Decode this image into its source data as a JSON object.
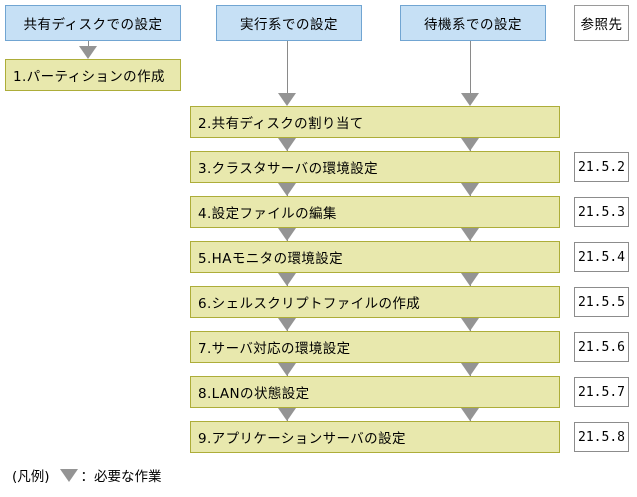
{
  "diagram": {
    "headers": [
      {
        "id": "shared-disk",
        "label": "共有ディスクでの設定"
      },
      {
        "id": "active-system",
        "label": "実行系での設定"
      },
      {
        "id": "standby-system",
        "label": "待機系での設定"
      },
      {
        "id": "reference",
        "label": "参照先"
      }
    ],
    "column1_steps": [
      {
        "number": "1.",
        "label": "1.パーティションの作成"
      }
    ],
    "main_steps": [
      {
        "number": "2.",
        "label": "2.共有ディスクの割り当て",
        "reference": ""
      },
      {
        "number": "3.",
        "label": "3.クラスタサーバの環境設定",
        "reference": "21.5.2"
      },
      {
        "number": "4.",
        "label": "4.設定ファイルの編集",
        "reference": "21.5.3"
      },
      {
        "number": "5.",
        "label": "5.HAモニタの環境設定",
        "reference": "21.5.4"
      },
      {
        "number": "6.",
        "label": "6.シェルスクリプトファイルの作成",
        "reference": "21.5.5"
      },
      {
        "number": "7.",
        "label": "7.サーバ対応の環境設定",
        "reference": "21.5.6"
      },
      {
        "number": "8.",
        "label": "8.LANの状態設定",
        "reference": "21.5.7"
      },
      {
        "number": "9.",
        "label": "9.アプリケーションサーバの設定",
        "reference": "21.5.8"
      }
    ],
    "legend": {
      "prefix": "(凡例)",
      "marker": "arrow-down-triangle",
      "text": "：必要な作業"
    },
    "colors": {
      "header_fill": "#c6e0f5",
      "header_border": "#71a5d2",
      "process_fill": "#e8e8ad",
      "process_border": "#adad39",
      "arrow": "#949494",
      "reference_border": "#8c8c8c"
    }
  }
}
